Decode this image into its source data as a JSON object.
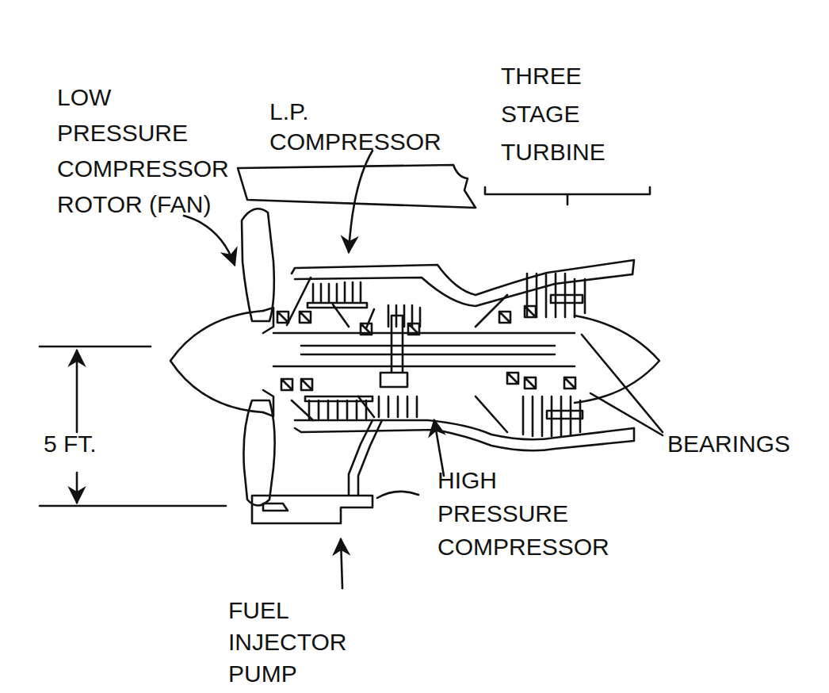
{
  "diagram": {
    "labels": [
      "LOW PRESSURE COMPRESSOR ROTOR (FAN)",
      "L.P. COMPRESSOR",
      "THREE STAGE TURBINE",
      "5 FT.",
      "BEARINGS",
      "HIGH PRESSURE COMPRESSOR",
      "FUEL INJECTOR PUMP"
    ]
  }
}
